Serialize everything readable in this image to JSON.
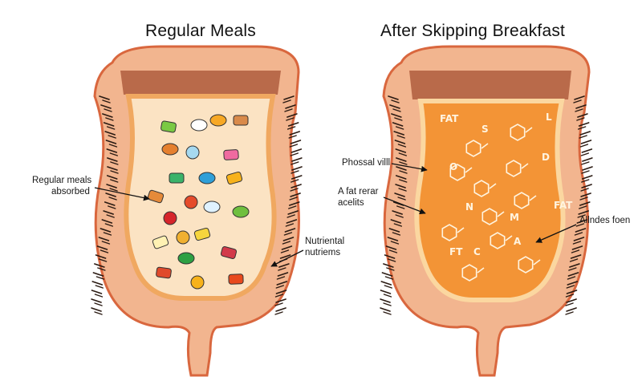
{
  "panels": {
    "left": {
      "title": "Regular Meals",
      "labels": {
        "absorbed_line1": "Regular meals",
        "absorbed_line2": "absorbed",
        "nutrients_line1": "Nutriental",
        "nutrients_line2": "nutriems"
      }
    },
    "right": {
      "title": "After Skipping Breakfast",
      "labels": {
        "villi": "Phossal villl",
        "fat_line1": "A fat rerar",
        "fat_line2": "acelits",
        "alndes": "Allndes foen"
      },
      "inner_marks": [
        "FAT",
        "S",
        "L",
        "O",
        "N",
        "M",
        "A",
        "FT",
        "C",
        "D"
      ]
    }
  },
  "colors": {
    "outer_wall": "#f2b58f",
    "outline": "#d9673e",
    "top_band": "#b96a4a",
    "left_lumen": "#fbe3c3",
    "right_lumen": "#f39436",
    "villi": "#2a1a12"
  },
  "icons": [
    "food-pieces-icon",
    "molecule-icon"
  ]
}
